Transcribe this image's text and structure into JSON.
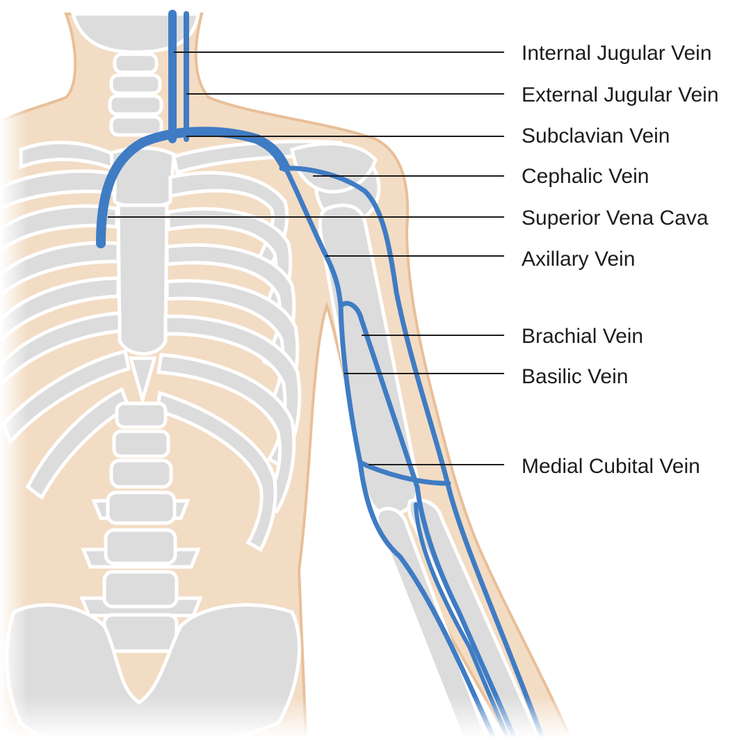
{
  "labels": [
    {
      "id": "internal-jugular-vein",
      "text": "Internal Jugular Vein"
    },
    {
      "id": "external-jugular-vein",
      "text": "External Jugular Vein"
    },
    {
      "id": "subclavian-vein",
      "text": "Subclavian Vein"
    },
    {
      "id": "cephalic-vein",
      "text": "Cephalic Vein"
    },
    {
      "id": "superior-vena-cava",
      "text": "Superior Vena Cava"
    },
    {
      "id": "axillary-vein",
      "text": "Axillary Vein"
    },
    {
      "id": "brachial-vein",
      "text": "Brachial Vein"
    },
    {
      "id": "basilic-vein",
      "text": "Basilic Vein"
    },
    {
      "id": "medial-cubital-vein",
      "text": "Medial Cubital Vein"
    }
  ],
  "colors": {
    "skin": "#f3dcc4",
    "skin_outline": "#e8bf99",
    "bone": "#dcdcdc",
    "bone_outline": "#ffffff",
    "vein": "#3f7cc4",
    "leader": "#1c1c1c"
  }
}
